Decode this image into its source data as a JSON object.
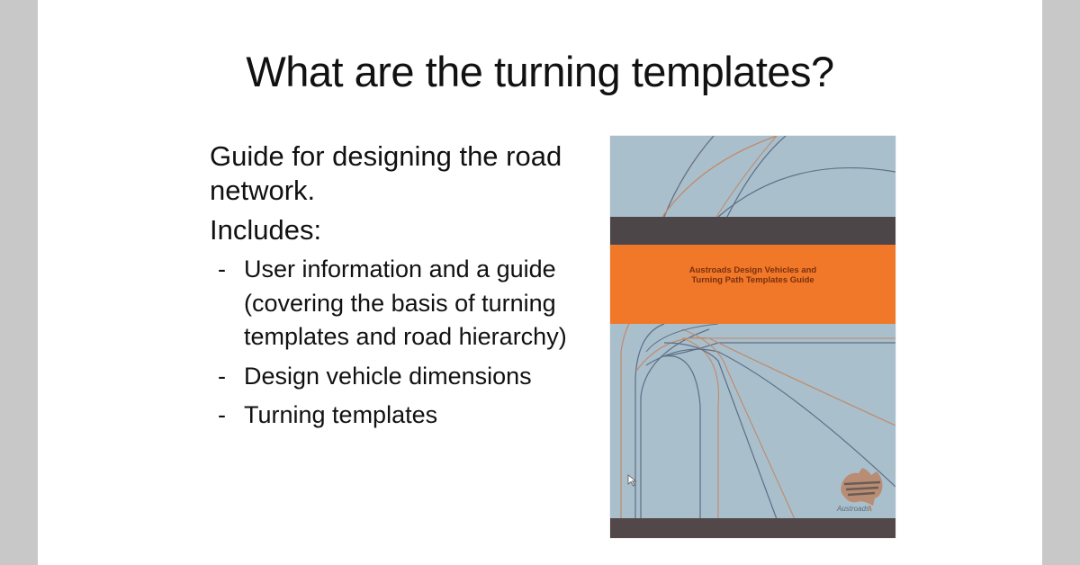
{
  "slide": {
    "title": "What are the turning templates?",
    "paragraphs": [
      "Guide for designing the road network.",
      "Includes:"
    ],
    "bullet_marker": "-",
    "bullets": [
      "User information and a guide (covering the basis of turning templates and road hierarchy)",
      "Design vehicle dimensions",
      "Turning templates"
    ]
  },
  "cover": {
    "title_line1": "Austroads Design Vehicles and",
    "title_line2": "Turning Path Templates Guide",
    "publisher": "Austroads",
    "colors": {
      "background": "#a9bfcc",
      "dark_band": "#4d4649",
      "orange_band": "#f07828",
      "title_text": "#7a2f10",
      "line_copper": "#c08a6a",
      "line_slate": "#5e6f86"
    }
  },
  "colors": {
    "side_bars": "#c8c8c8",
    "slide_background": "#ffffff",
    "text": "#111111"
  }
}
